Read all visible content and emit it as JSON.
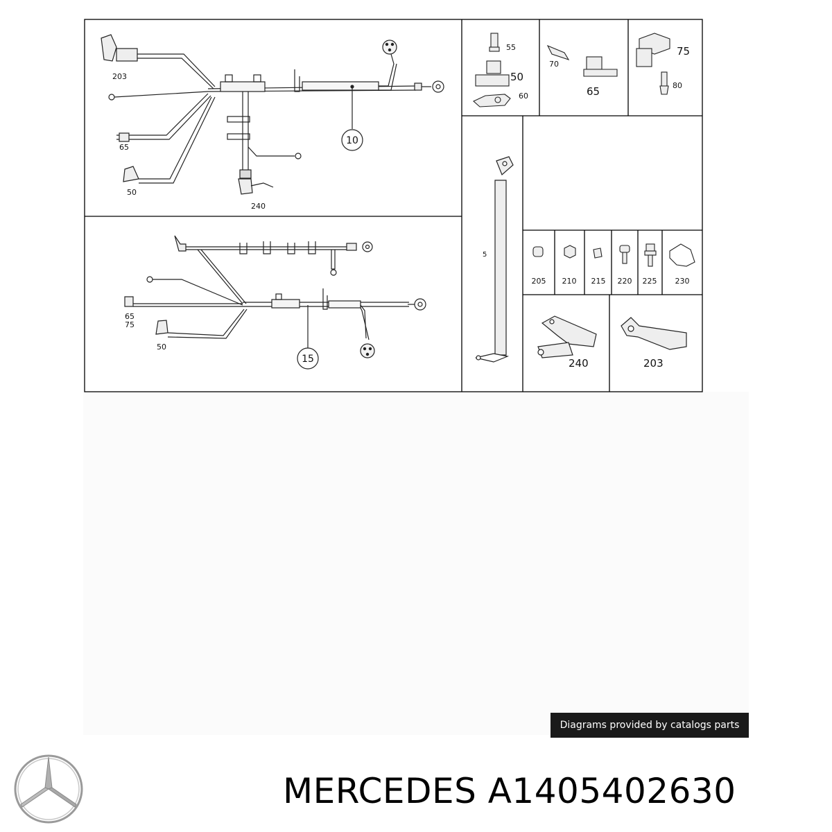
{
  "diagram": {
    "top_left_labels": {
      "l203": "203",
      "l65": "65",
      "l50": "50",
      "l240": "240",
      "l10": "10"
    },
    "bottom_left_labels": {
      "l65": "65",
      "l75": "75",
      "l50": "50",
      "l15": "15"
    },
    "parts_top": {
      "l55": "55",
      "l50": "50",
      "l60": "60",
      "l70": "70",
      "l65": "65",
      "l75": "75",
      "l80": "80"
    },
    "rod_label": "5",
    "fasteners": [
      "205",
      "210",
      "215",
      "220",
      "225",
      "230"
    ],
    "brackets": {
      "l240": "240",
      "l203": "203"
    }
  },
  "caption": "Diagrams provided by catalogs parts",
  "brand": {
    "title": "MERCEDES A1405402630",
    "logo": "mercedes-star-logo"
  }
}
